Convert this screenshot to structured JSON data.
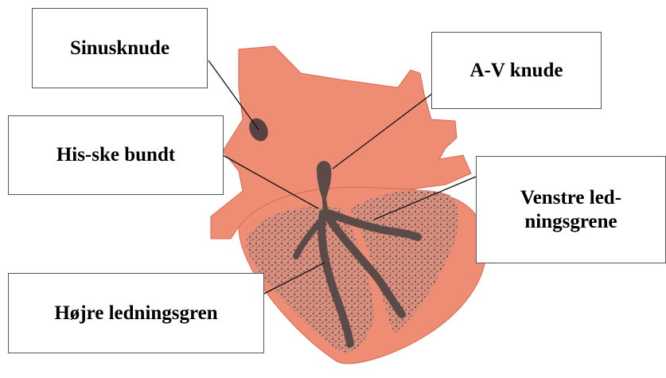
{
  "labels": {
    "sinusknude": "Sinusknude",
    "av_knude": "A-V knude",
    "his_ske_bundt": "His-ske bundt",
    "venstre_line1": "Venstre led-",
    "venstre_line2": "ningsgrene",
    "hojre": "Højre ledningsgren"
  },
  "colors": {
    "heart_fill": "#ef8c74",
    "heart_stroke": "#d9684f",
    "conduction": "#5a4a48",
    "texture": "#7a5a50",
    "leader_line": "#111111"
  }
}
